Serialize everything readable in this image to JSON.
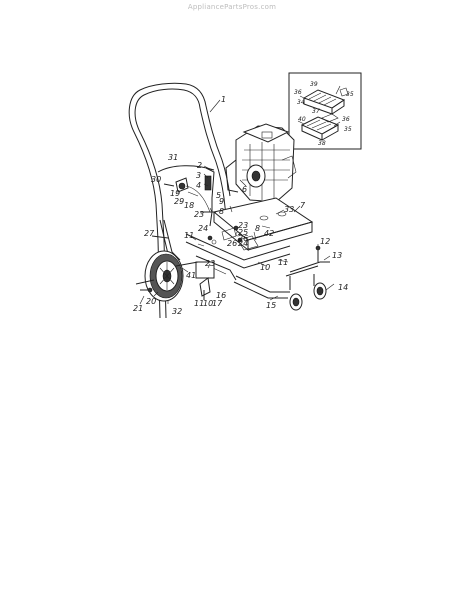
{
  "watermark": "AppliancePartsPros.com",
  "callouts": [
    {
      "id": "c1",
      "label": "1"
    },
    {
      "id": "c2",
      "label": "2"
    },
    {
      "id": "c3",
      "label": "3"
    },
    {
      "id": "c4",
      "label": "4"
    },
    {
      "id": "c5",
      "label": "5"
    },
    {
      "id": "c6",
      "label": "6"
    },
    {
      "id": "c7",
      "label": "7"
    },
    {
      "id": "c8a",
      "label": "8"
    },
    {
      "id": "c8b",
      "label": "8"
    },
    {
      "id": "c9",
      "label": "9"
    },
    {
      "id": "c10a",
      "label": "10"
    },
    {
      "id": "c10b",
      "label": "10"
    },
    {
      "id": "c11a",
      "label": "11"
    },
    {
      "id": "c11b",
      "label": "11"
    },
    {
      "id": "c11c",
      "label": "11"
    },
    {
      "id": "c12",
      "label": "12"
    },
    {
      "id": "c13",
      "label": "13"
    },
    {
      "id": "c14",
      "label": "14"
    },
    {
      "id": "c15",
      "label": "15"
    },
    {
      "id": "c16",
      "label": "16"
    },
    {
      "id": "c17",
      "label": "17"
    },
    {
      "id": "c18",
      "label": "18"
    },
    {
      "id": "c19",
      "label": "19"
    },
    {
      "id": "c20",
      "label": "20"
    },
    {
      "id": "c21",
      "label": "21"
    },
    {
      "id": "c23a",
      "label": "23"
    },
    {
      "id": "c23b",
      "label": "23"
    },
    {
      "id": "c23c",
      "label": "23"
    },
    {
      "id": "c24a",
      "label": "24"
    },
    {
      "id": "c24b",
      "label": "24"
    },
    {
      "id": "c25",
      "label": "25"
    },
    {
      "id": "c26a",
      "label": "26"
    },
    {
      "id": "c26b",
      "label": "26"
    },
    {
      "id": "c27",
      "label": "27"
    },
    {
      "id": "c29",
      "label": "29"
    },
    {
      "id": "c30",
      "label": "30"
    },
    {
      "id": "c31",
      "label": "31"
    },
    {
      "id": "c32",
      "label": "32"
    },
    {
      "id": "c33",
      "label": "33"
    },
    {
      "id": "c41",
      "label": "41"
    },
    {
      "id": "c42",
      "label": "42"
    }
  ],
  "inset_callouts": [
    {
      "id": "i39",
      "label": "39"
    },
    {
      "id": "i36a",
      "label": "36"
    },
    {
      "id": "i35a",
      "label": "35"
    },
    {
      "id": "i34",
      "label": "34"
    },
    {
      "id": "i37",
      "label": "37"
    },
    {
      "id": "i40",
      "label": "40"
    },
    {
      "id": "i36b",
      "label": "36"
    },
    {
      "id": "i35b",
      "label": "35"
    },
    {
      "id": "i38",
      "label": "38"
    }
  ]
}
